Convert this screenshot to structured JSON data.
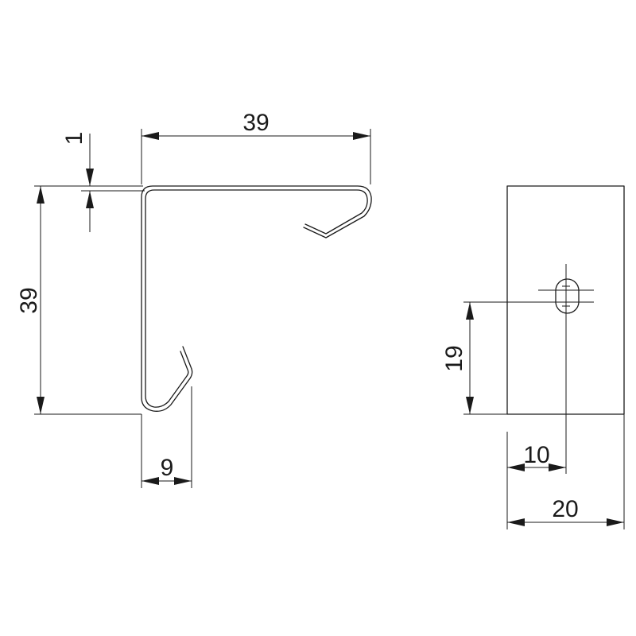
{
  "diagram": {
    "dimensions": {
      "top_width": "39",
      "wall_thickness": "1",
      "height": "39",
      "hook_depth": "9",
      "slot_height": "19",
      "slot_offset": "10",
      "plate_width": "20"
    }
  }
}
